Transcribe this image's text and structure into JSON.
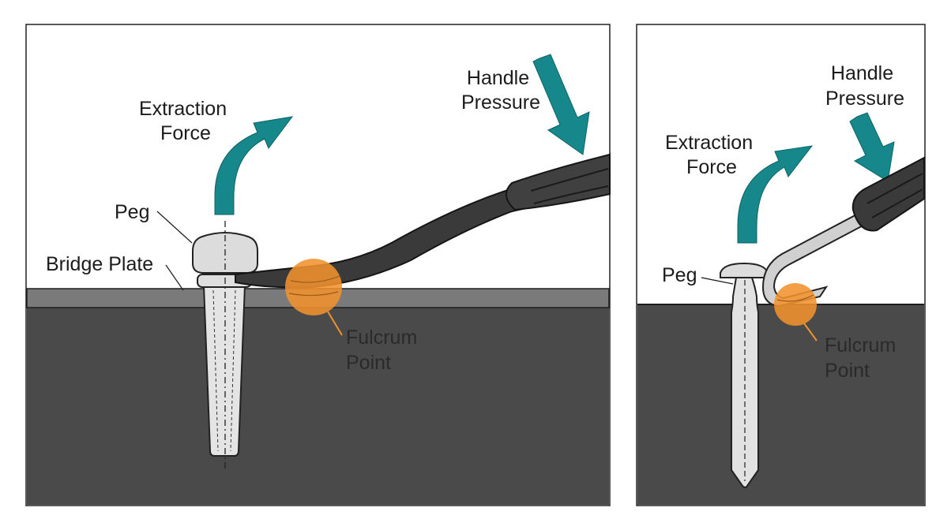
{
  "panel_left": {
    "extraction_force": [
      "Extraction",
      "Force"
    ],
    "handle_pressure": [
      "Handle",
      "Pressure"
    ],
    "peg": "Peg",
    "bridge_plate": "Bridge Plate",
    "fulcrum_point": [
      "Fulcrum",
      "Point"
    ]
  },
  "panel_right": {
    "extraction_force": [
      "Extraction",
      "Force"
    ],
    "handle_pressure": [
      "Handle",
      "Pressure"
    ],
    "peg": "Peg",
    "fulcrum_point": [
      "Fulcrum",
      "Point"
    ]
  },
  "colors": {
    "arrow": "#16878a",
    "fulcrum": "#f0922e",
    "wood": "#4a4a4a",
    "plate": "#7a7a7a",
    "tool": "#3a3a3a",
    "peg": "#e4e4e4"
  }
}
